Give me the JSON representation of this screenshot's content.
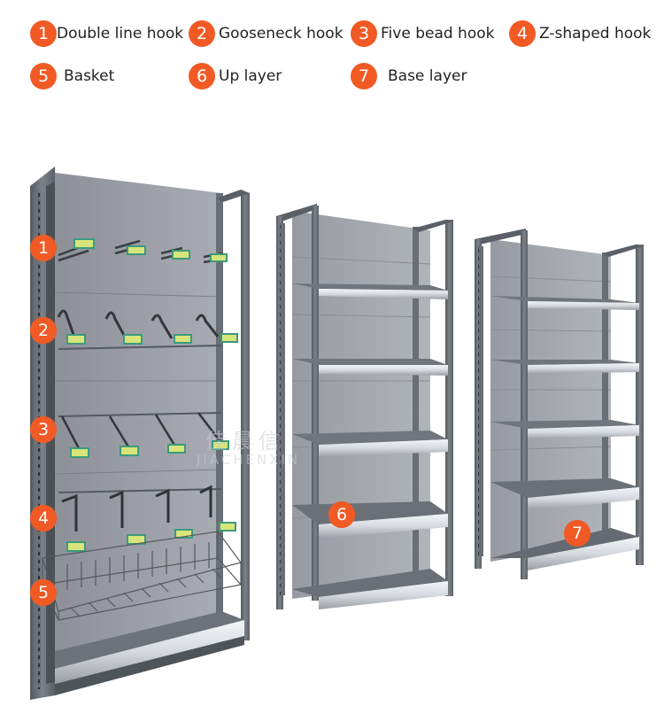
{
  "legend": [
    {
      "num": "1",
      "label": "Double line hook"
    },
    {
      "num": "2",
      "label": "Gooseneck hook"
    },
    {
      "num": "3",
      "label": "Five bead hook"
    },
    {
      "num": "4",
      "label": "Z-shaped hook"
    },
    {
      "num": "5",
      "label": "Basket"
    },
    {
      "num": "6",
      "label": "Up layer"
    },
    {
      "num": "7",
      "label": "Base layer"
    }
  ],
  "callouts": [
    "1",
    "2",
    "3",
    "4",
    "5",
    "6",
    "7"
  ],
  "watermark": {
    "chinese": "佳晨信",
    "latin": "JIACHENXIN"
  },
  "colors": {
    "badge": "#f15a24",
    "frame": "#6f7379",
    "panel": "#9ea2a8",
    "shelf_edge": "#d9dde2"
  }
}
